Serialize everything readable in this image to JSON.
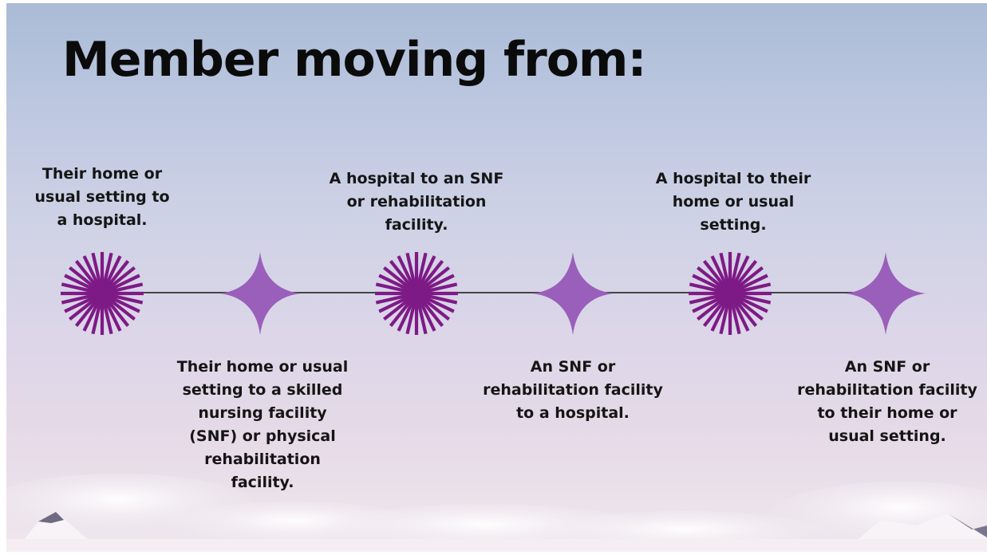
{
  "title": "Member moving from:",
  "colors": {
    "burst": "#7e1a86",
    "star": "#9a5fba",
    "line": "#444444"
  },
  "timeline": [
    {
      "marker": "burst-icon",
      "position": "top",
      "label": "Their home or usual setting to a hospital."
    },
    {
      "marker": "sparkle-icon",
      "position": "bottom",
      "label": "Their home or usual setting to a skilled nursing facility (SNF) or physical rehabilitation facility."
    },
    {
      "marker": "burst-icon",
      "position": "top",
      "label": "A hospital to an SNF or rehabilitation facility."
    },
    {
      "marker": "sparkle-icon",
      "position": "bottom",
      "label": "An SNF or rehabilitation facility to a hospital."
    },
    {
      "marker": "burst-icon",
      "position": "top",
      "label": "A hospital to their home or usual setting."
    },
    {
      "marker": "sparkle-icon",
      "position": "bottom",
      "label": "An SNF or rehabilitation facility to their home or usual setting."
    }
  ]
}
